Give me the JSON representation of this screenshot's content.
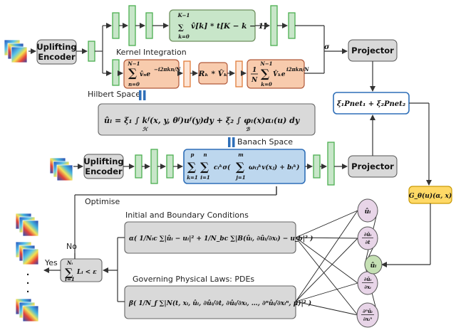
{
  "labels": {
    "uplifting_top": [
      "Uplifting",
      "Encoder"
    ],
    "uplifting_bottom": [
      "Uplifting",
      "Encoder"
    ],
    "kernel_integration": "Kernel Integration",
    "hilbert_space": "Hilbert Space",
    "banach_space": "Banach Space",
    "projector_top": "Projector",
    "projector_bottom": "Projector",
    "optimise": "Optimise",
    "initial_boundary": "Initial and Boundary Conditions",
    "governing_laws": "Governing Physical Laws: PDEs",
    "no": "No",
    "yes": "Yes",
    "sigma": "σ",
    "dots": "·  ·  ·"
  },
  "formulas": {
    "conv_sum": "∑ v̂[k] * t[K − k − 1]",
    "conv_lim_top": "K−1",
    "conv_lim_bot": "k=0",
    "fft_sum": "∑ v̂ₙ e^(−i2πkn/N)",
    "fft_lim_top": "N−1",
    "fft_lim_bot": "n=0",
    "rk": "Rₖ * V̂ₖ",
    "ifft": "(1/N) ∑ V̂ₖ e^(i2πkn/N)",
    "ifft_lim_top": "N−1",
    "ifft_lim_bot": "k=0",
    "combine": "ξ₁Pnet₁ + ξ₂Pnet₂",
    "hilbert_eq": "ûₗ = ξ₁ ∫ kᶠ(x, y, θᶠ) uᶠ(y) dy + ξ₂ ∫ φₗ(x) αₗ(u) dy",
    "banach_eq": "∑ ∑ cᵢᵏ σ( ∑ ωᵢⱼᵏ v(xⱼ) + bᵢᵏ )",
    "g_theta": "G_θ(u)(α, x)",
    "ic_eq": "α( 1/Nic ∑ |ûᵢ − uᵢ|² + 1/Nbc ∑ |B(ûᵢ, ∂ûᵢ/∂xᵢ) − u_b|² )",
    "pde_eq": "β( 1/N_f ∑ |N(t, xᵢ, ûᵢ, ∂ûᵢ/∂t, ∂ûᵢ/∂xᵢ, …, ∂ⁿûᵢ/∂xᵢⁿ, μ)|² )",
    "loss": "∑ Lᵢ < ε",
    "node_u": "ûᵢ",
    "node_dt": "∂ûᵢ / ∂t",
    "node_dx": "∂ûᵢ / ∂xᵢ",
    "node_dxn": "∂ⁿûᵢ / ∂xᵢⁿ",
    "node_center": "ûᵢ"
  },
  "colors": {
    "green_fill": "#c8e6c9",
    "green_stroke": "#4caf50",
    "orange_fill": "#f8cbad",
    "orange_stroke": "#e07b39",
    "blue_fill": "#bdd7ee",
    "blue_stroke": "#2f6fb8",
    "gray_fill": "#d9d9d9",
    "purple_fill": "#e8d5e8",
    "center_green": "#c5e0b4",
    "yellow_fill": "#ffd966",
    "arrow": "#333333"
  }
}
